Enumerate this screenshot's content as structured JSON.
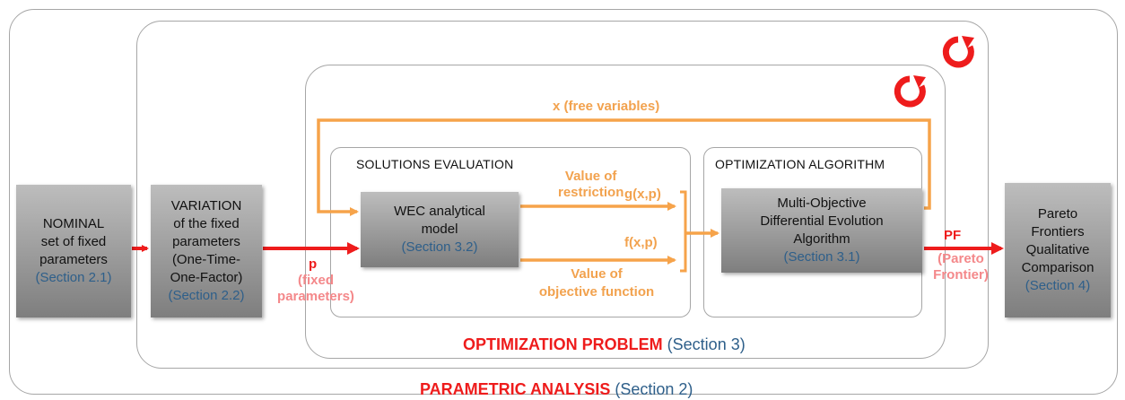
{
  "diagram": {
    "outer_frame": {
      "title": "PARAMETRIC ANALYSIS",
      "ref": "(Section 2)"
    },
    "optimization_frame": {
      "title": "OPTIMIZATION PROBLEM",
      "ref": "(Section 3)"
    },
    "solutions_panel": {
      "title": "SOLUTIONS EVALUATION"
    },
    "algorithm_panel": {
      "title": "OPTIMIZATION ALGORITHM"
    },
    "boxes": {
      "nominal": {
        "lines": [
          "NOMINAL",
          "set of fixed",
          "parameters"
        ],
        "ref": "(Section  2.1)"
      },
      "variation": {
        "lines": [
          "VARIATION",
          "of the fixed",
          "parameters",
          "(One-Time-",
          "One-Factor)"
        ],
        "ref": "(Section 2.2)"
      },
      "wec": {
        "lines": [
          "WEC analytical",
          "model"
        ],
        "ref": "(Section 3.2)"
      },
      "mode": {
        "lines": [
          "Multi-Objective",
          "Differential Evolution",
          "Algorithm"
        ],
        "ref": "(Section 3.1)"
      },
      "pareto": {
        "lines": [
          "Pareto",
          "Frontiers",
          "Qualitative",
          "Comparison"
        ],
        "ref": "(Section  4)"
      }
    },
    "labels": {
      "x_bold": "x",
      "x_text": "(free variables)",
      "value_restriction": [
        "Value of",
        "restriction"
      ],
      "g": "g(x,p)",
      "f": "f(x,p)",
      "value_objective": [
        "Value of",
        "objective function"
      ],
      "p_bold": "p",
      "p_text": [
        "(fixed",
        "parameters)"
      ],
      "pf_bold": "PF",
      "pf_text": [
        "(Pareto",
        "Frontier)"
      ]
    },
    "colors": {
      "red": "#ee1c1c",
      "orange": "#f6a34a",
      "ref_blue": "#2e5f8a",
      "frame_gray": "#a6a6a6"
    },
    "icons": [
      "loop-arrow-icon",
      "loop-arrow-icon"
    ]
  }
}
